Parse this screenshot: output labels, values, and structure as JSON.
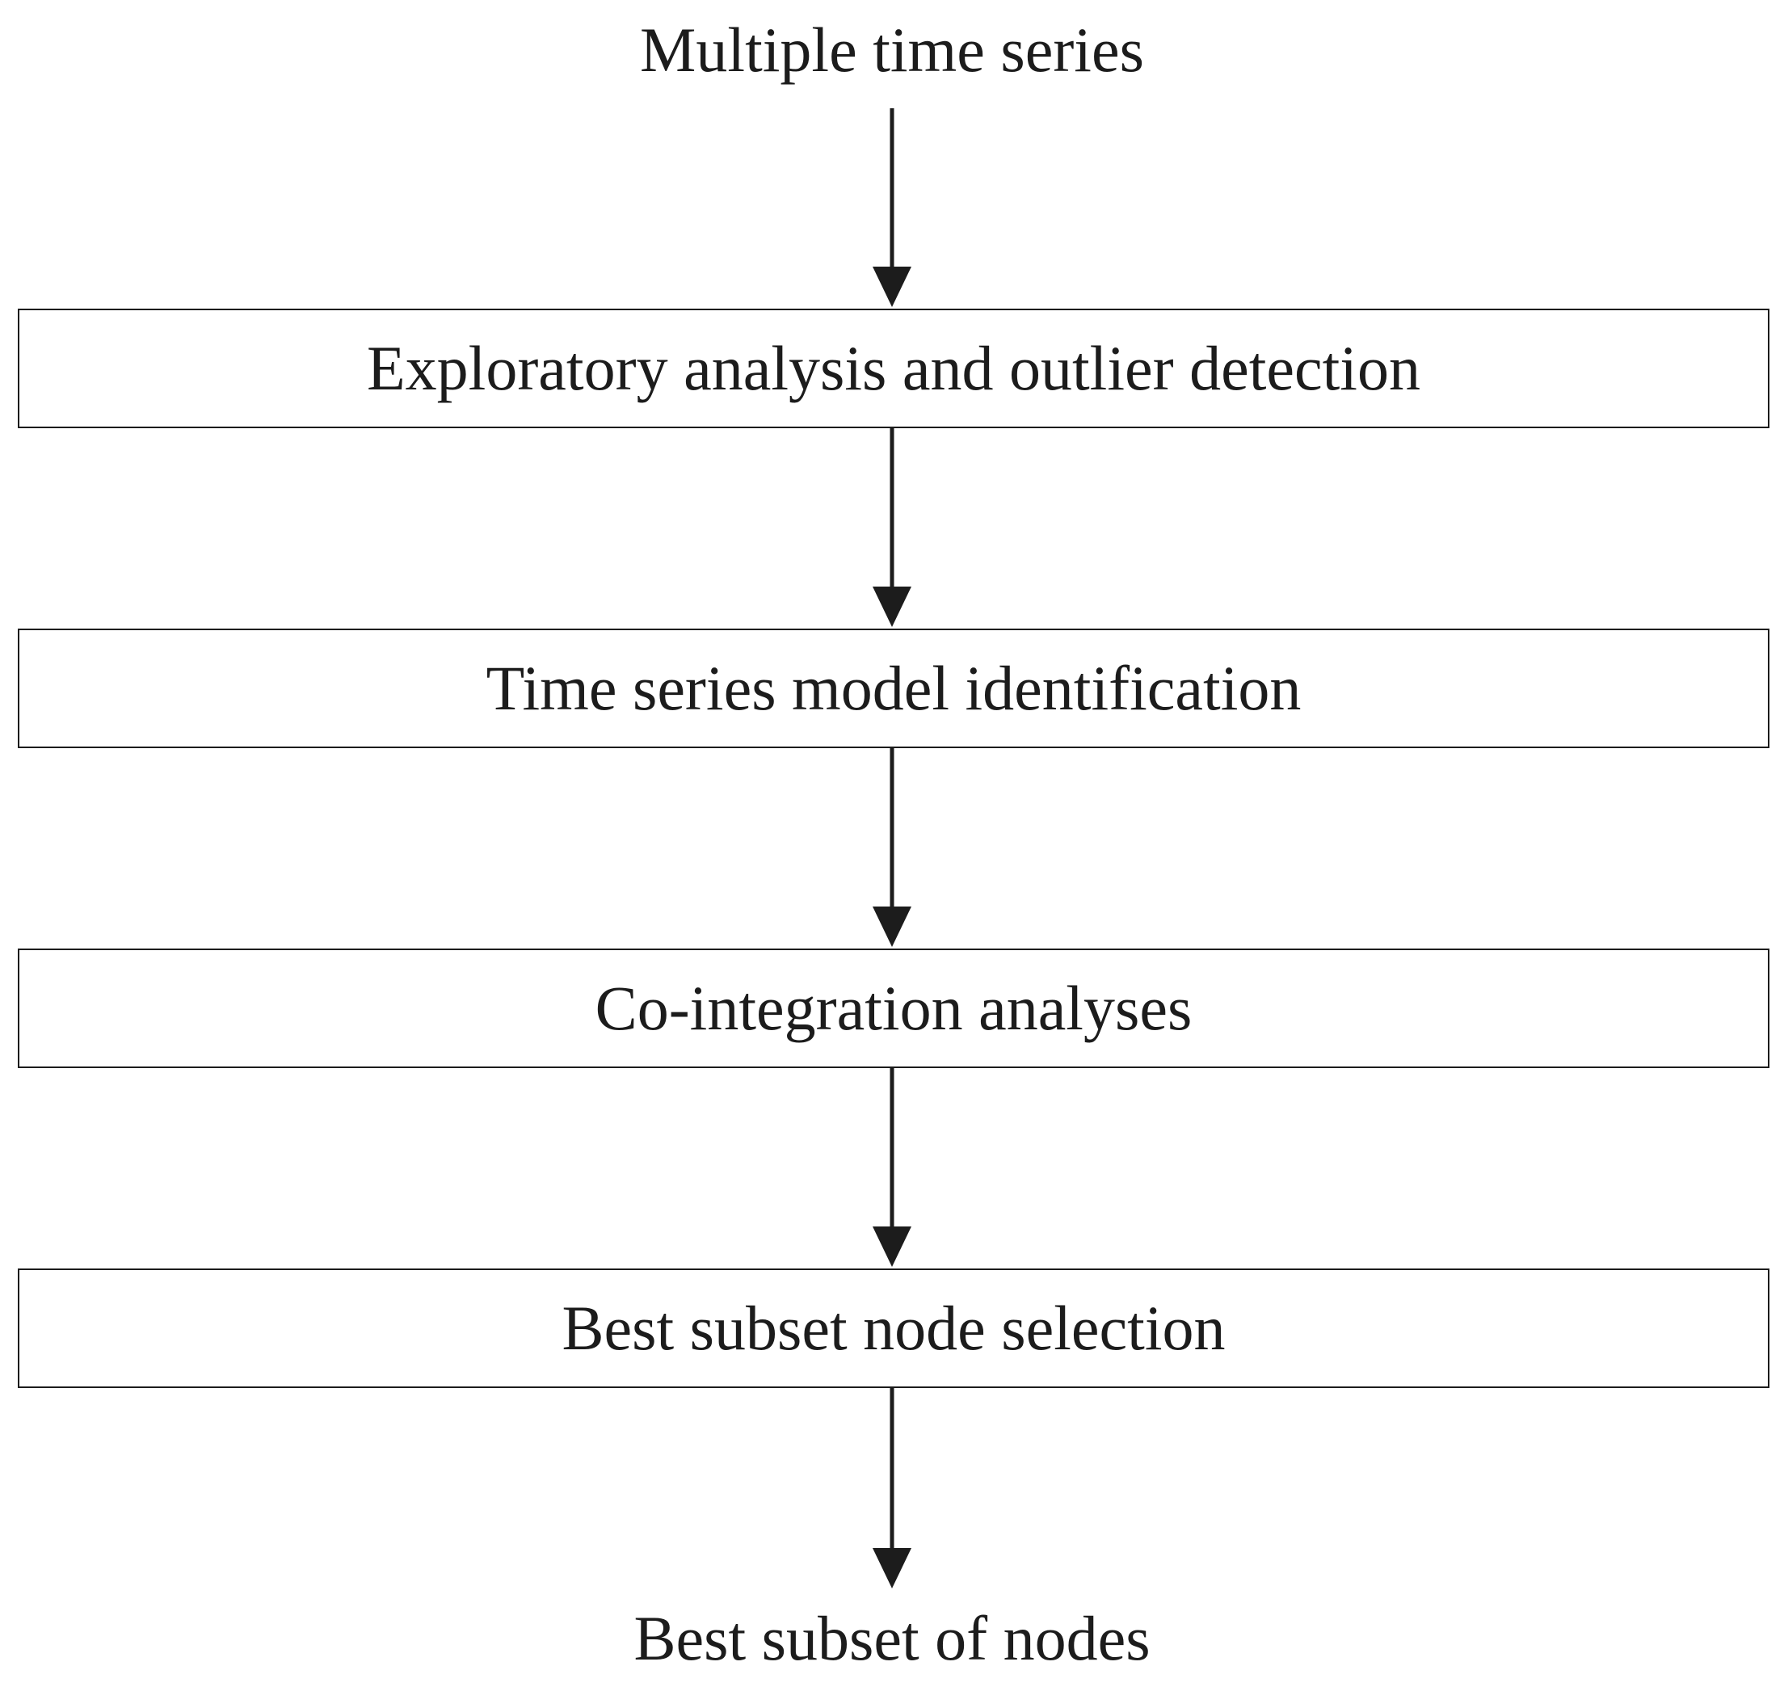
{
  "diagram": {
    "input_label": "Multiple time series",
    "steps": [
      {
        "label": "Exploratory analysis and outlier detection"
      },
      {
        "label": "Time series model identification"
      },
      {
        "label": "Co-integration analyses"
      },
      {
        "label": "Best subset node selection"
      }
    ],
    "output_label": "Best subset of nodes",
    "colors": {
      "line": "#1c1c1c",
      "background": "#ffffff"
    }
  }
}
